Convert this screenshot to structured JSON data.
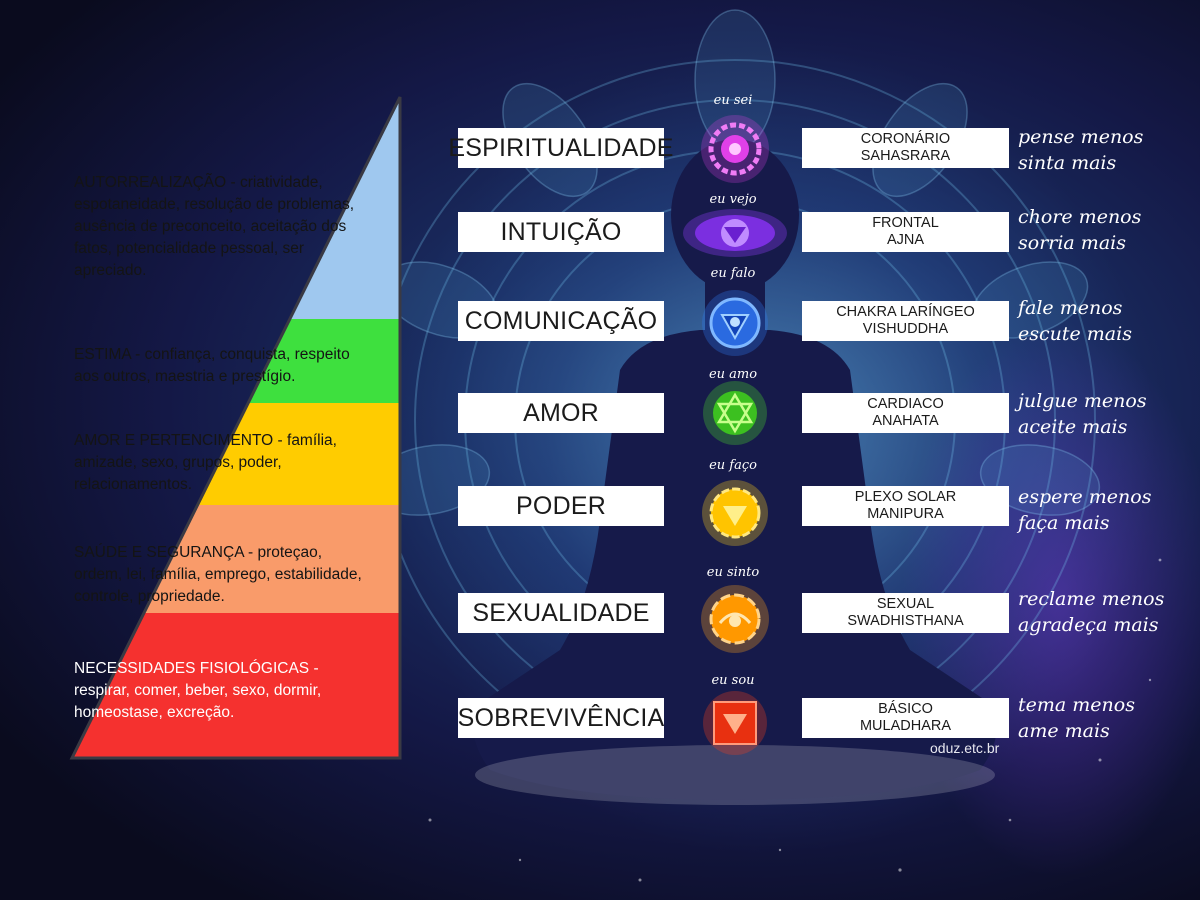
{
  "pyramid_levels": [
    {
      "title": "AUTORREALIZAÇÃO",
      "description": " - criatividade, espotaneidade, resolução de problemas, ausência de preconceito, aceitação dos fatos, potencialidade pessoal, ser apreciado.",
      "color": "#9fc8ef"
    },
    {
      "title": "ESTIMA",
      "description": " - confiança, conquista, respeito aos outros, maestria e prestígio.",
      "color": "#3ee03e"
    },
    {
      "title": "AMOR E PERTENCIMENTO",
      "description": " - família, amizade, sexo, grupos, poder, relacionamentos.",
      "color": "#ffcc00"
    },
    {
      "title": "SAÚDE E SEGURANÇA",
      "description": " - proteçao, ordem, lei, família, emprego, estabilidade, controle, propriedade.",
      "color": "#f99b6a"
    },
    {
      "title": "NECESSIDADES FISIOLÓGICAS",
      "description": " - respirar, comer, beber, sexo, dormir, homeostase, excreção.",
      "color": "#f5312f"
    }
  ],
  "chakras": [
    {
      "label": "ESPIRITUALIDADE",
      "name_line1": "CORONÁRIO",
      "name_line2": "SAHASRARA",
      "eu": "eu sei",
      "mantra_line1": "pense menos",
      "mantra_line2": "sinta mais",
      "color": "#e040e8"
    },
    {
      "label": "INTUIÇÃO",
      "name_line1": "FRONTAL",
      "name_line2": "AJNA",
      "eu": "eu vejo",
      "mantra_line1": "chore menos",
      "mantra_line2": "sorria mais",
      "color": "#8a3cf0"
    },
    {
      "label": "COMUNICAÇÃO",
      "name_line1": "CHAKRA LARÍNGEO",
      "name_line2": "VISHUDDHA",
      "eu": "eu falo",
      "mantra_line1": "fale menos",
      "mantra_line2": "escute mais",
      "color": "#2f7cf5"
    },
    {
      "label": "AMOR",
      "name_line1": "CARDIACO",
      "name_line2": "ANAHATA",
      "eu": "eu amo",
      "mantra_line1": "julgue menos",
      "mantra_line2": "aceite mais",
      "color": "#4bd92c"
    },
    {
      "label": "PODER",
      "name_line1": "PLEXO SOLAR",
      "name_line2": "MANIPURA",
      "eu": "eu faço",
      "mantra_line1": "espere menos",
      "mantra_line2": "faça mais",
      "color": "#ffd21a"
    },
    {
      "label": "SEXUALIDADE",
      "name_line1": "SEXUAL",
      "name_line2": "SWADHISTHANA",
      "eu": "eu sinto",
      "mantra_line1": "reclame menos",
      "mantra_line2": "agradeça mais",
      "color": "#ffa31a"
    },
    {
      "label": "SOBREVIVÊNCIA",
      "name_line1": "BÁSICO",
      "name_line2": "MULADHARA",
      "eu": "eu sou",
      "mantra_line1": "tema menos",
      "mantra_line2": "ame mais",
      "color": "#f5401a"
    }
  ],
  "credit": "oduz.etc.br"
}
